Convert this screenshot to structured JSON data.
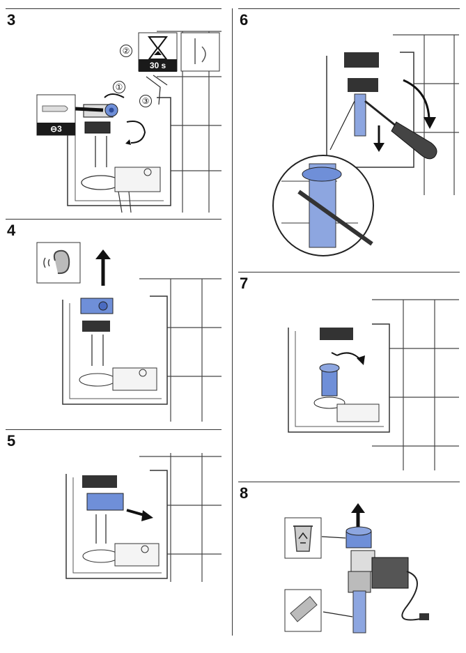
{
  "steps": {
    "s3": {
      "number": "3",
      "callouts": [
        "①",
        "②",
        "③"
      ],
      "timer": "30 s",
      "tool_badge": "⊖3"
    },
    "s4": {
      "number": "4"
    },
    "s5": {
      "number": "5"
    },
    "s6": {
      "number": "6"
    },
    "s7": {
      "number": "7"
    },
    "s8": {
      "number": "8"
    }
  },
  "colors": {
    "accent_blue": "#6f8fd8",
    "dark": "#1a1a1a",
    "line": "#333333"
  },
  "icons": [
    "hourglass-icon",
    "flush-sensor-icon",
    "screwdriver-icon",
    "ear-icon",
    "recycle-bin-icon",
    "dispose-filter-icon",
    "arrow-up-icon",
    "arrow-right-icon",
    "rotate-icon"
  ]
}
